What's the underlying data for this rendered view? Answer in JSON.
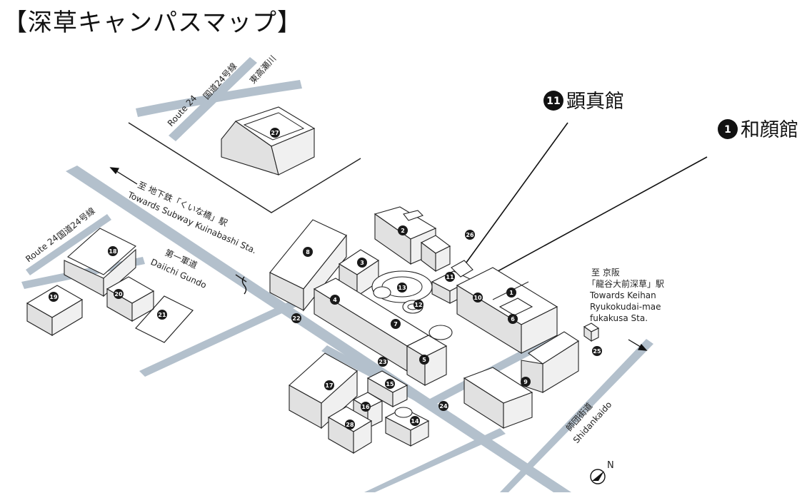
{
  "title": "【深草キャンパスマップ】",
  "callouts": {
    "c11": {
      "number": "11",
      "name": "顕真館"
    },
    "c1": {
      "number": "1",
      "name": "和顔館"
    }
  },
  "labels": {
    "route24_top": "Route 24",
    "kokudo24_top": "国道24号線",
    "higashitakase": "東高瀬川",
    "subway_jp": "至 地下鉄「くいな橋」駅",
    "subway_en": "Towards Subway Kuinabashi Sta.",
    "route24_left": "Route 24",
    "kokudo24_left": "国道24号線",
    "gundo_jp": "第一軍道",
    "gundo_en": "Daiichi Gundo",
    "keihan_1": "至 京阪",
    "keihan_2": "「龍谷大前深草」駅",
    "keihan_3": "Towards Keihan",
    "keihan_4": "Ryukokudai-mae",
    "keihan_5": "fukakusa Sta.",
    "shidan_jp": "師団街道",
    "shidan_en": "Shidankaido",
    "north": "N"
  },
  "buildings": [
    {
      "id": "b1",
      "num": "1"
    },
    {
      "id": "b2",
      "num": "2"
    },
    {
      "id": "b3",
      "num": "3"
    },
    {
      "id": "b4",
      "num": "4"
    },
    {
      "id": "b5",
      "num": "5"
    },
    {
      "id": "b6",
      "num": "6"
    },
    {
      "id": "b7",
      "num": "7"
    },
    {
      "id": "b8",
      "num": "8"
    },
    {
      "id": "b9",
      "num": "9"
    },
    {
      "id": "b10",
      "num": "10"
    },
    {
      "id": "b11",
      "num": "11"
    },
    {
      "id": "b12",
      "num": "12"
    },
    {
      "id": "b13",
      "num": "13"
    },
    {
      "id": "b14",
      "num": "14"
    },
    {
      "id": "b15",
      "num": "15"
    },
    {
      "id": "b16",
      "num": "16"
    },
    {
      "id": "b17",
      "num": "17"
    },
    {
      "id": "b18",
      "num": "18"
    },
    {
      "id": "b19",
      "num": "19"
    },
    {
      "id": "b20",
      "num": "20"
    },
    {
      "id": "b21",
      "num": "21"
    },
    {
      "id": "b22",
      "num": "22"
    },
    {
      "id": "b23",
      "num": "23"
    },
    {
      "id": "b24",
      "num": "24"
    },
    {
      "id": "b25",
      "num": "25"
    },
    {
      "id": "b26",
      "num": "26"
    },
    {
      "id": "b27",
      "num": "27"
    },
    {
      "id": "b28",
      "num": "28"
    }
  ],
  "colors": {
    "road": "#b3c0cc",
    "building_top": "#ffffff",
    "line": "#222222"
  }
}
